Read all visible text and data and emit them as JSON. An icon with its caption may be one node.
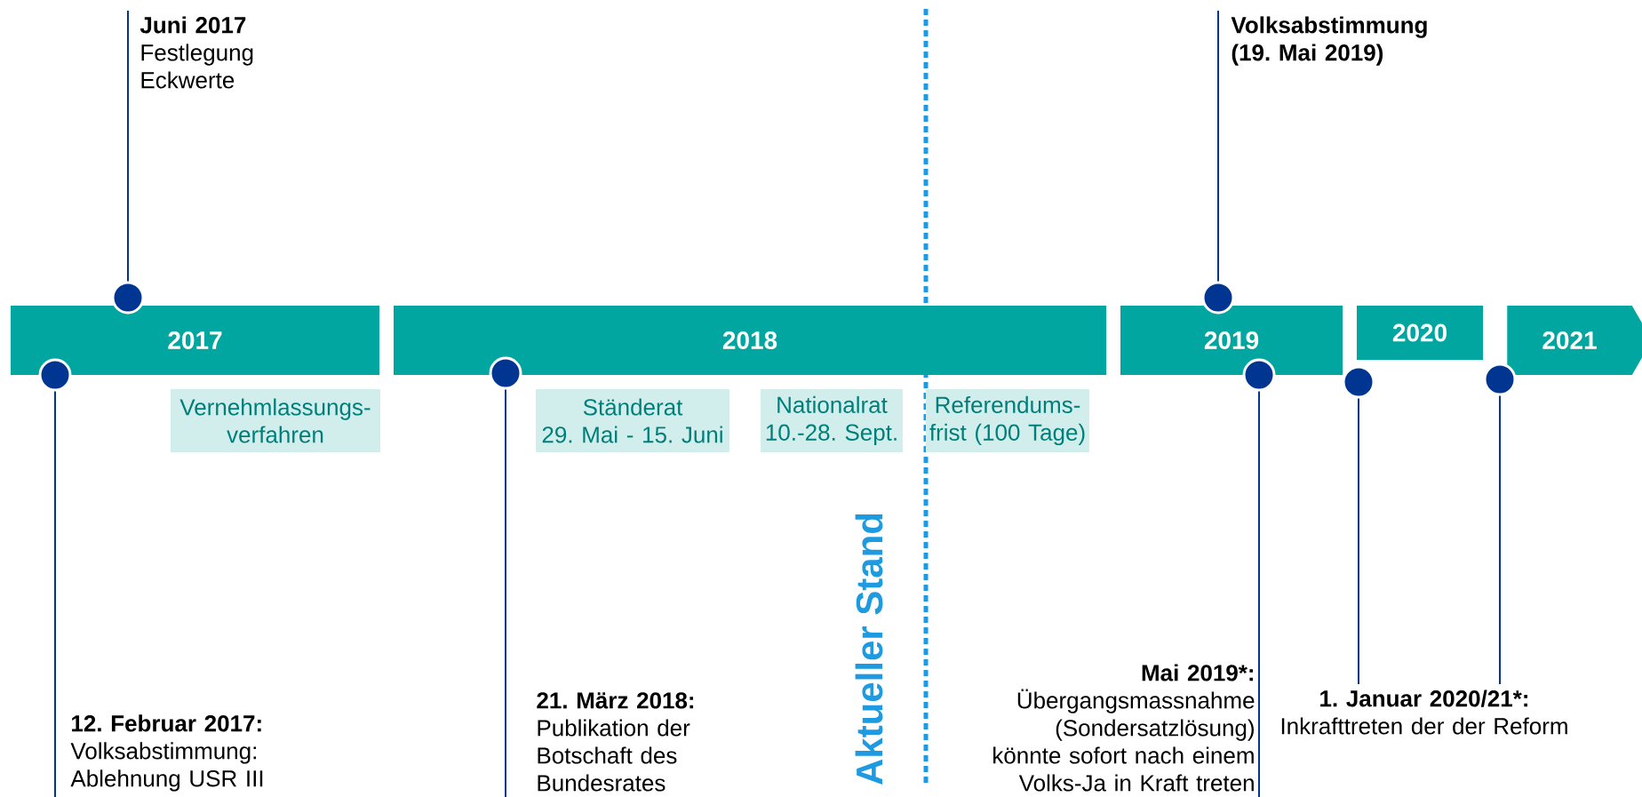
{
  "diagram": {
    "nodes": [
      {
        "text": [
          "2017"
        ]
      },
      {
        "text": [
          "2018"
        ]
      },
      {
        "text": [
          "2019"
        ]
      },
      {
        "text": [
          "2020"
        ]
      },
      {
        "text": [
          "2021"
        ]
      },
      {
        "text": [
          "Juni 2017",
          "Festlegung Eckwerte"
        ]
      },
      {
        "text": [],
        "shape": "circle"
      },
      {
        "text": [
          "Volksabstimmung (19. Mai 2019)"
        ]
      },
      {
        "text": [],
        "shape": "circle"
      },
      {
        "text": [],
        "shape": "circle"
      },
      {
        "text": [
          "12. Februar 2017:",
          "Volksabstimmung: Ablehnung USR III"
        ]
      },
      {
        "text": [],
        "shape": "circle"
      },
      {
        "text": [
          "21. März 2018:",
          "Publikation der Botschaft des Bundesrates"
        ]
      },
      {
        "text": [],
        "shape": "circle"
      },
      {
        "text": [
          "Mai 2019*:",
          "Übergangsmassnahme (Sondersatzlösung) könnte sofort nach einem Volks-Ja in Kraft treten"
        ]
      },
      {
        "text": [],
        "shape": "circle"
      },
      {
        "text": [],
        "shape": "circle"
      },
      {
        "text": [
          "1. Januar 2020/21*:",
          "Inkrafttreten der der Reform"
        ]
      },
      {
        "text": [
          "Vernehmlassungs- verfahren"
        ]
      },
      {
        "text": [
          "Ständerat",
          "29. Mai - 15. Juni"
        ]
      },
      {
        "text": [
          "Nationalrat",
          "10.-28. Sept."
        ]
      },
      {
        "text": [
          "Referendums- frist (100 Tage)"
        ]
      }
    ],
    "edges": [
      {
        "from": 6,
        "to": 5,
        "arrow": "none"
      },
      {
        "from": 8,
        "to": 7,
        "arrow": "none"
      },
      {
        "from": 9,
        "to": 10,
        "arrow": "none"
      },
      {
        "from": 11,
        "to": 12,
        "arrow": "none"
      },
      {
        "from": 13,
        "to": 14,
        "arrow": "none"
      },
      {
        "from": 15,
        "to": 17,
        "arrow": "none"
      },
      {
        "from": 16,
        "to": 17,
        "arrow": "none"
      }
    ],
    "labels": [
      "Aktueller Stand"
    ]
  }
}
